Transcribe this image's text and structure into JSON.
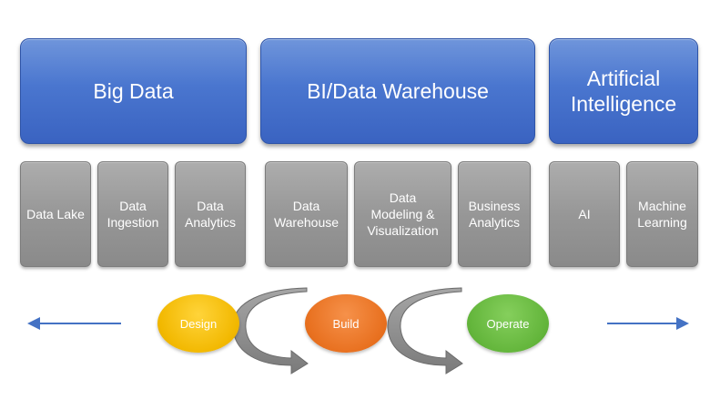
{
  "categories": {
    "big_data": "Big Data",
    "bi_dw": "BI/Data Warehouse",
    "ai": "Artificial\nIntelligence"
  },
  "tiles": {
    "data_lake": "Data Lake",
    "data_ingestion": "Data\nIngestion",
    "data_analytics": "Data\nAnalytics",
    "data_warehouse": "Data\nWarehouse",
    "data_modeling": "Data\nModeling &\nVisualization",
    "business_analytics": "Business\nAnalytics",
    "ai": "AI",
    "machine_learning": "Machine\nLearning"
  },
  "lifecycle": {
    "design": "Design",
    "build": "Build",
    "operate": "Operate"
  },
  "colors": {
    "header_blue": "#4a76cf",
    "tile_gray": "#979797",
    "design": "#f2b800",
    "build": "#e8701f",
    "operate": "#63b53b",
    "arrow_blue": "#4472c4",
    "curved_arrow_gray": "#8c8c8c"
  }
}
